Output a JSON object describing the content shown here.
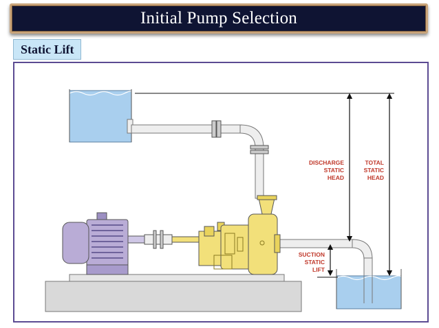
{
  "slide": {
    "title": "Initial Pump Selection",
    "section": "Static Lift"
  },
  "diagram": {
    "labels": {
      "discharge": [
        "DISCHARGE",
        "STATIC",
        "HEAD"
      ],
      "total": [
        "TOTAL",
        "STATIC",
        "HEAD"
      ],
      "suction": [
        "SUCTION",
        "STATIC",
        "LIFT"
      ]
    },
    "colors": {
      "water": "#a9cfee",
      "pipe": "#eeeeee",
      "pump": "#f2e07a",
      "motor": "#b9acd6",
      "base": "#d9d9d9",
      "label": "#c0392b"
    }
  }
}
